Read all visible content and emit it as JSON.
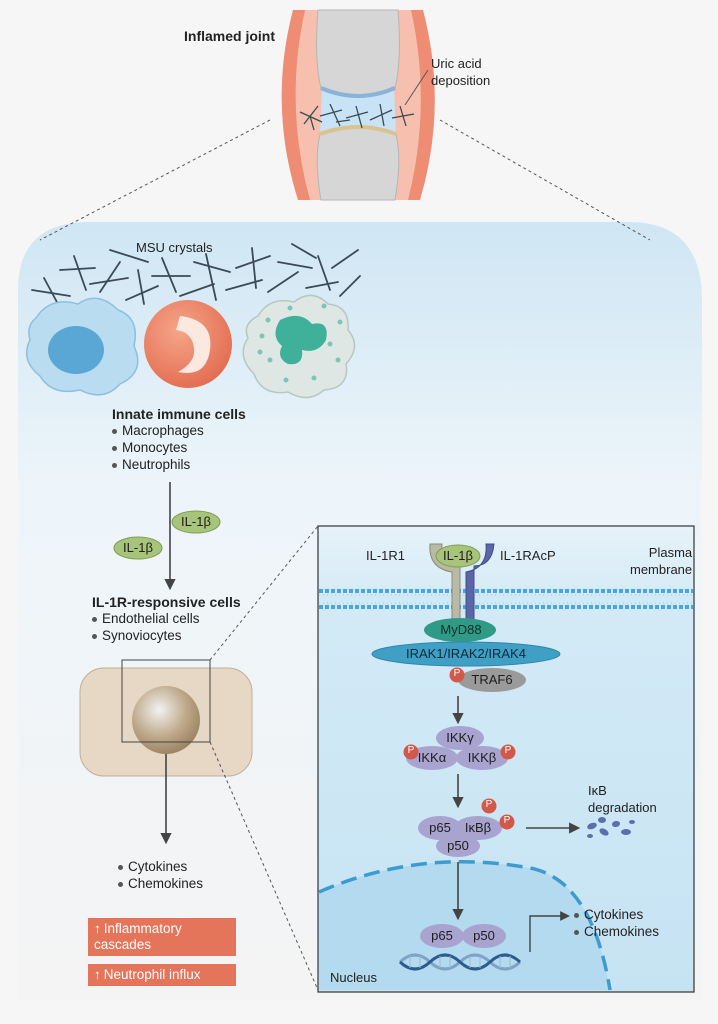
{
  "joint": {
    "title": "Inflamed joint",
    "uric_acid": [
      "Uric acid",
      "deposition"
    ]
  },
  "crystals_label": "MSU crystals",
  "innate": {
    "heading": "Innate immune cells",
    "items": [
      "Macrophages",
      "Monocytes",
      "Neutrophils"
    ]
  },
  "cytokine_ligand": "IL-1β",
  "responsive": {
    "heading": "IL-1R-responsive cells",
    "items": [
      "Endothelial cells",
      "Synoviocytes"
    ]
  },
  "outputs_left": [
    "Cytokines",
    "Chemokines"
  ],
  "badges": [
    {
      "arrow": "↑",
      "lines": [
        "Inflammatory",
        "cascades"
      ]
    },
    {
      "arrow": "↑",
      "lines": [
        "Neutrophil influx"
      ]
    }
  ],
  "panel": {
    "receptor1": "IL-1R1",
    "ligand": "IL-1β",
    "receptor2": "IL-1RAcP",
    "membrane": [
      "Plasma",
      "membrane"
    ],
    "myd88": "MyD88",
    "irak": "IRAK1/IRAK2/IRAK4",
    "traf6": "TRAF6",
    "phospho": "P",
    "ikk_gamma": "IKKγ",
    "ikk_alpha": "IKKα",
    "ikk_beta": "IKKβ",
    "p65": "p65",
    "ikb_beta": "IκBβ",
    "p50": "p50",
    "ikb_deg": [
      "IκB",
      "degradation"
    ],
    "outputs": [
      "Cytokines",
      "Chemokines"
    ],
    "nucleus": "Nucleus"
  },
  "colors": {
    "badge": "#e4745a",
    "ligand_green": "#a7c47a",
    "myd88_teal": "#2f9b87",
    "irak_blue": "#3f9fc4",
    "traf6_grey": "#9a9a9a",
    "phospho_red": "#d2584a",
    "ikk_purple": "#a8a3cf",
    "panel_bg": "#cfe7f4",
    "nucleus_bg": "#b4daef"
  },
  "icons": [
    "macrophage-cell",
    "monocyte-cell",
    "neutrophil-cell",
    "dna-helix",
    "phospholipid-bilayer"
  ]
}
